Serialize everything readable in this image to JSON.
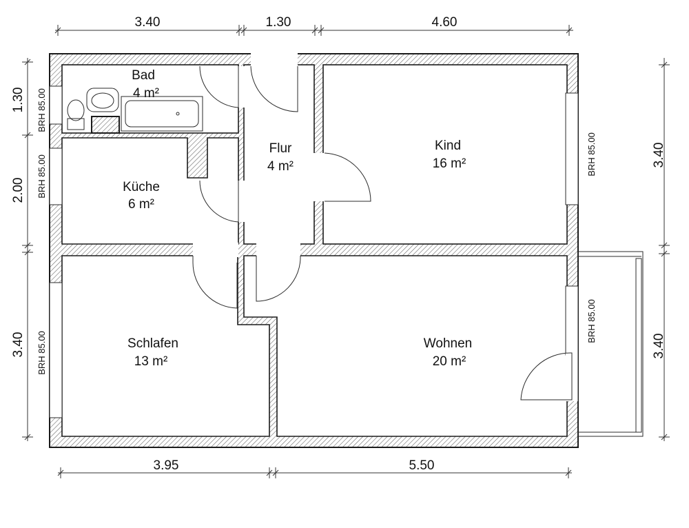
{
  "rooms": {
    "bad": {
      "name": "Bad",
      "area": "4 m²"
    },
    "kueche": {
      "name": "Küche",
      "area": "6 m²"
    },
    "flur": {
      "name": "Flur",
      "area": "4 m²"
    },
    "kind": {
      "name": "Kind",
      "area": "16 m²"
    },
    "schlafen": {
      "name": "Schlafen",
      "area": "13 m²"
    },
    "wohnen": {
      "name": "Wohnen",
      "area": "20 m²"
    }
  },
  "dimensions": {
    "top": [
      "3.40",
      "1.30",
      "4.60"
    ],
    "bottom": [
      "3.95",
      "5.50"
    ],
    "left": [
      "1.30",
      "2.00",
      "3.40"
    ],
    "right": [
      "3.40",
      "3.40"
    ]
  },
  "window_label": "BRH 85.00"
}
